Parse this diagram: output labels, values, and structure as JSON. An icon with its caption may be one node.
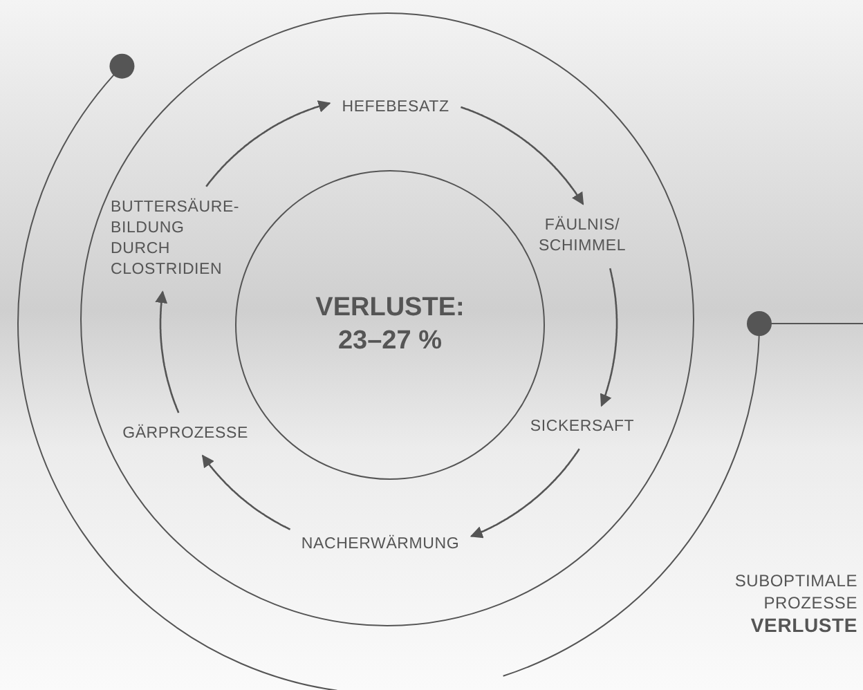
{
  "diagram": {
    "nodes": [
      {
        "text": [],
        "shape": "circle"
      },
      {
        "text": [
          "VERLUSTE: 23–27 %"
        ],
        "in": 0
      },
      {
        "text": [
          "HEFEBESATZ"
        ],
        "in": 0
      },
      {
        "text": [
          "FÄULNIS/ SCHIMMEL"
        ],
        "in": 0
      },
      {
        "text": [
          "SICKERSAFT"
        ],
        "in": 0
      },
      {
        "text": [
          "NACHERWÄRMUNG"
        ],
        "in": 0
      },
      {
        "text": [
          "GÄRPROZESSE"
        ],
        "in": 0
      },
      {
        "text": [
          "BUTTERSÄURE- BILDUNG DURCH CLOSTRIDIEN"
        ],
        "in": 0
      }
    ],
    "edges": [
      {
        "from": 2,
        "to": 3,
        "arrow": "to"
      },
      {
        "from": 3,
        "to": 4,
        "arrow": "to"
      },
      {
        "from": 4,
        "to": 5,
        "arrow": "to"
      },
      {
        "from": 5,
        "to": 6,
        "arrow": "to"
      },
      {
        "from": 6,
        "to": 7,
        "arrow": "to"
      },
      {
        "from": 7,
        "to": 2,
        "arrow": "to"
      }
    ],
    "labels": [
      "SUBOPTIMALE PROZESSE",
      "VERLUSTE"
    ]
  }
}
